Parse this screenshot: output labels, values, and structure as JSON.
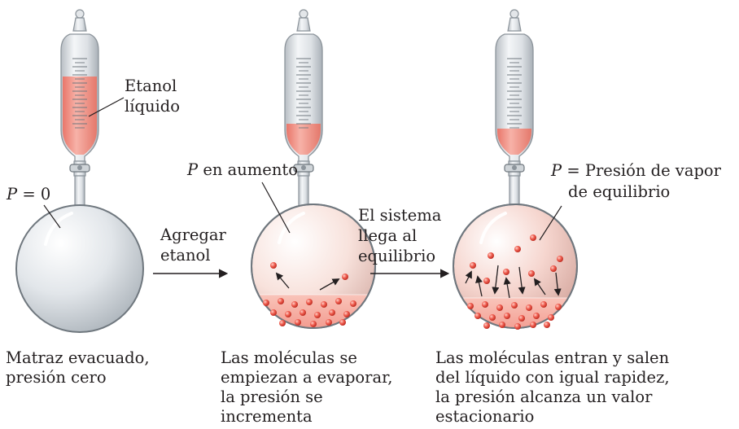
{
  "labels": {
    "ethanol_line1": "Etanol",
    "ethanol_line2": "líquido",
    "p_zero_var": "P",
    "p_zero_rest": " = 0",
    "p_rising_var": "P",
    "p_rising_rest": " en aumento",
    "p_vapor_var": "P",
    "p_vapor_rest": " = Presión de vapor",
    "p_vapor_line2": "de equilibrio",
    "step1_line1": "Agregar",
    "step1_line2": "etanol",
    "step2_line1": "El sistema",
    "step2_line2": "llega al",
    "step2_line3": "equilibrio"
  },
  "captions": {
    "flask1": [
      "Matraz evacuado,",
      "presión cero"
    ],
    "flask2": [
      "Las moléculas se",
      "empiezan a evaporar,",
      "la presión se",
      "incrementa"
    ],
    "flask3": [
      "Las moléculas entran y salen",
      "del líquido con igual rapidez,",
      "la presión alcanza un valor",
      "estacionario"
    ]
  },
  "colors": {
    "liquid": "#f08a7e",
    "molecule": "#e8463c",
    "glass": "#c9ced3",
    "text": "#231f20"
  }
}
